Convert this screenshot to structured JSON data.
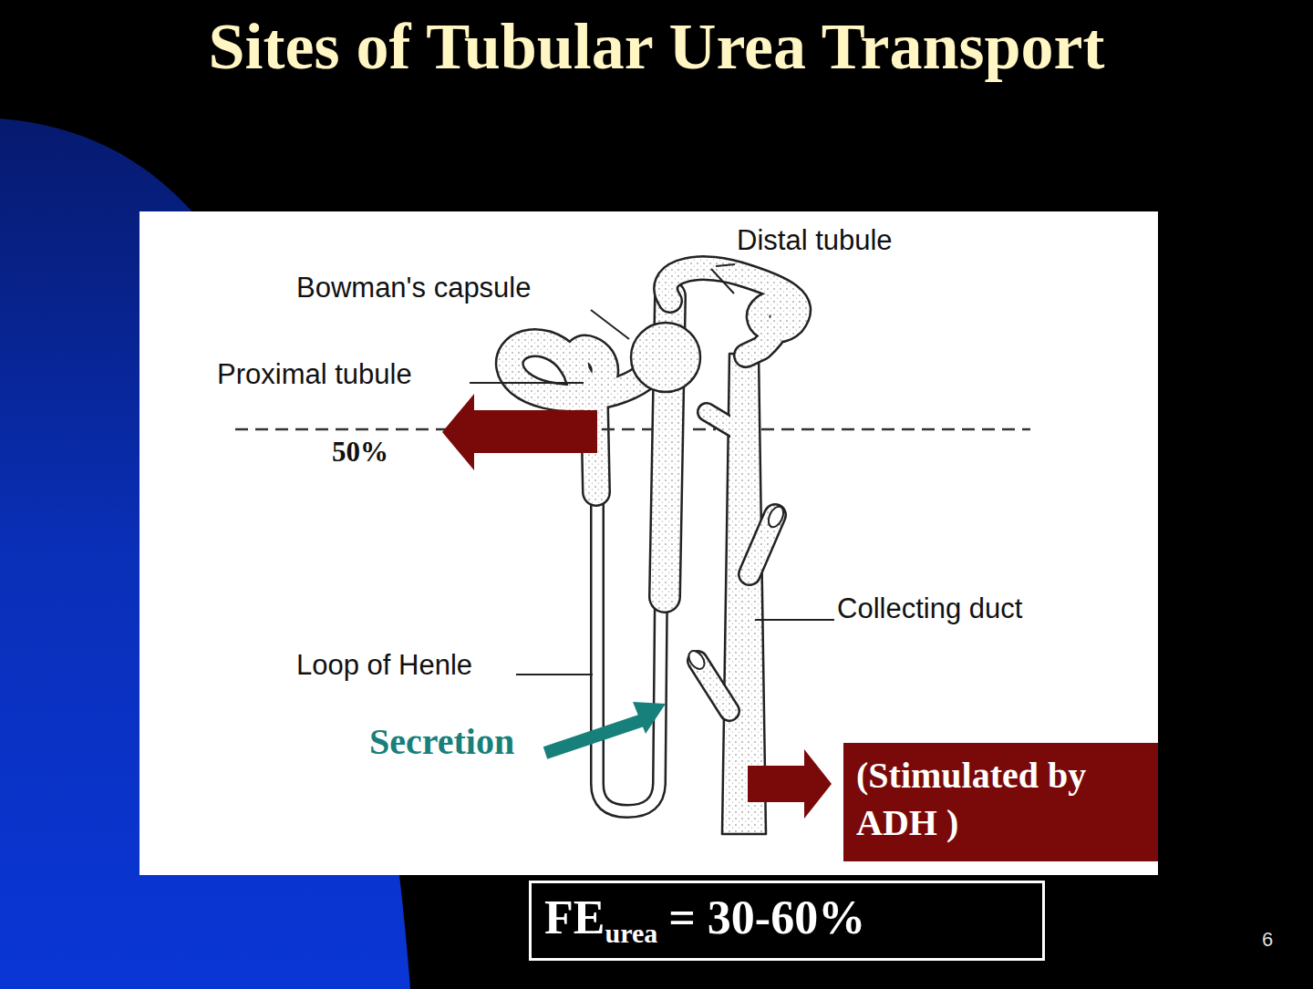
{
  "diagram": {
    "title": "Sites of Tubular Urea Transport",
    "nodes": [
      {
        "text": [
          "(Stimulated by ADH )"
        ]
      },
      {
        "text": [
          "FE",
          "urea",
          "= 30-60%"
        ]
      }
    ],
    "labels": [
      "Distal tubule",
      "Bowman's capsule",
      "Proximal tubule",
      "50%",
      "Loop of Henle",
      "Collecting duct",
      "Secretion",
      "6"
    ]
  }
}
